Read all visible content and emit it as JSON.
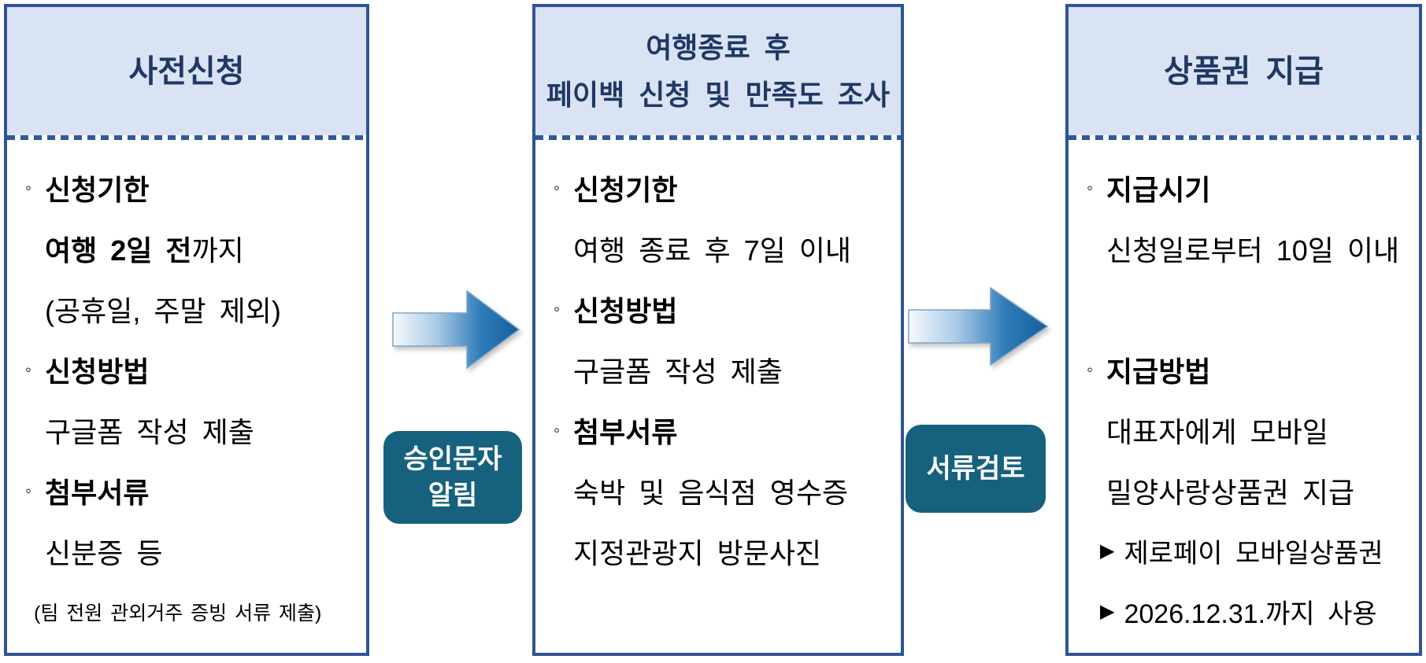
{
  "glyphs": {
    "bullet": "◦",
    "triangle": "▶"
  },
  "colors": {
    "box_border": "#2F5496",
    "header_bg": "#DAE3F3",
    "header_text": "#1F3864",
    "badge_bg": "#16617E",
    "badge_text": "#FFFFFF",
    "arrow_gradient_start": "#F7FAFD",
    "arrow_gradient_end": "#145F9C",
    "body_text": "#000000"
  },
  "columns": [
    {
      "header": {
        "line1": "사전신청"
      },
      "items": [
        {
          "text": "신청기한"
        },
        {
          "bold": "여행 2일 전",
          "rest": "까지"
        },
        {
          "text": "(공휴일, 주말 제외)"
        },
        {
          "text": "신청방법"
        },
        {
          "text": "구글폼 작성 제출"
        },
        {
          "text": "첨부서류"
        },
        {
          "text": "신분증 등"
        },
        {
          "text": "(팀 전원 관외거주 증빙 서류 제출)"
        }
      ]
    },
    {
      "header": {
        "line1": "여행종료 후",
        "line2": "페이백 신청 및 만족도 조사"
      },
      "items": [
        {
          "text": "신청기한"
        },
        {
          "text": "여행 종료 후 7일 이내"
        },
        {
          "text": "신청방법"
        },
        {
          "text": "구글폼 작성 제출"
        },
        {
          "text": "첨부서류"
        },
        {
          "text": "숙박 및 음식점 영수증"
        },
        {
          "text": "지정관광지 방문사진"
        }
      ]
    },
    {
      "header": {
        "line1": "상품권 지급"
      },
      "items": [
        {
          "text": "지급시기"
        },
        {
          "text": "신청일로부터 10일 이내"
        },
        {
          "text": "지급방법"
        },
        {
          "text": "대표자에게 모바일"
        },
        {
          "text": "밀양사랑상품권 지급"
        },
        {
          "text": "제로페이 모바일상품권"
        },
        {
          "text": "2026.12.31.까지 사용"
        }
      ]
    }
  ],
  "connectors": [
    {
      "line1": "승인문자",
      "line2": "알림"
    },
    {
      "line1": "서류검토"
    }
  ]
}
